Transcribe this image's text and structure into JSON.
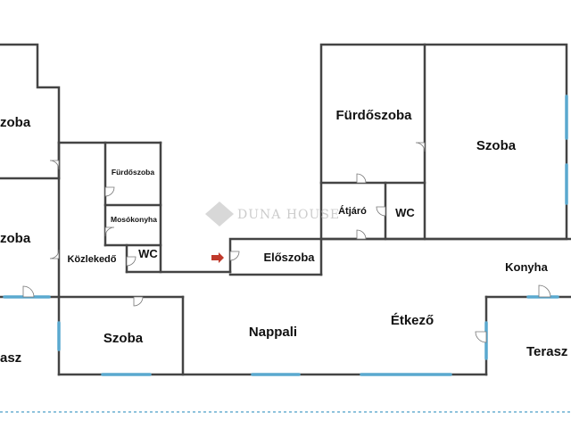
{
  "watermark": {
    "text": "DUNA HOUSE"
  },
  "rooms": {
    "szoba_left_top": "zoba",
    "szoba_left_mid": "zoba",
    "terasz_left": "asz",
    "furdoszoba_small": "Fürdőszoba",
    "mosokonyha": "Mosókonyha",
    "kozlekedo": "Közlekedő",
    "wc_small": "WC",
    "szoba_bottom": "Szoba",
    "nappali": "Nappali",
    "etkezo": "Étkező",
    "eloszoba": "Előszoba",
    "konyha": "Konyha",
    "terasz_right": "Terasz",
    "furdoszoba_big": "Fürdőszoba",
    "szoba_right": "Szoba",
    "atjaro": "Átjáró",
    "wc_right": "WC"
  },
  "colors": {
    "wall": "#444444",
    "window": "#5aa9cf",
    "marker": "#c0392b"
  }
}
